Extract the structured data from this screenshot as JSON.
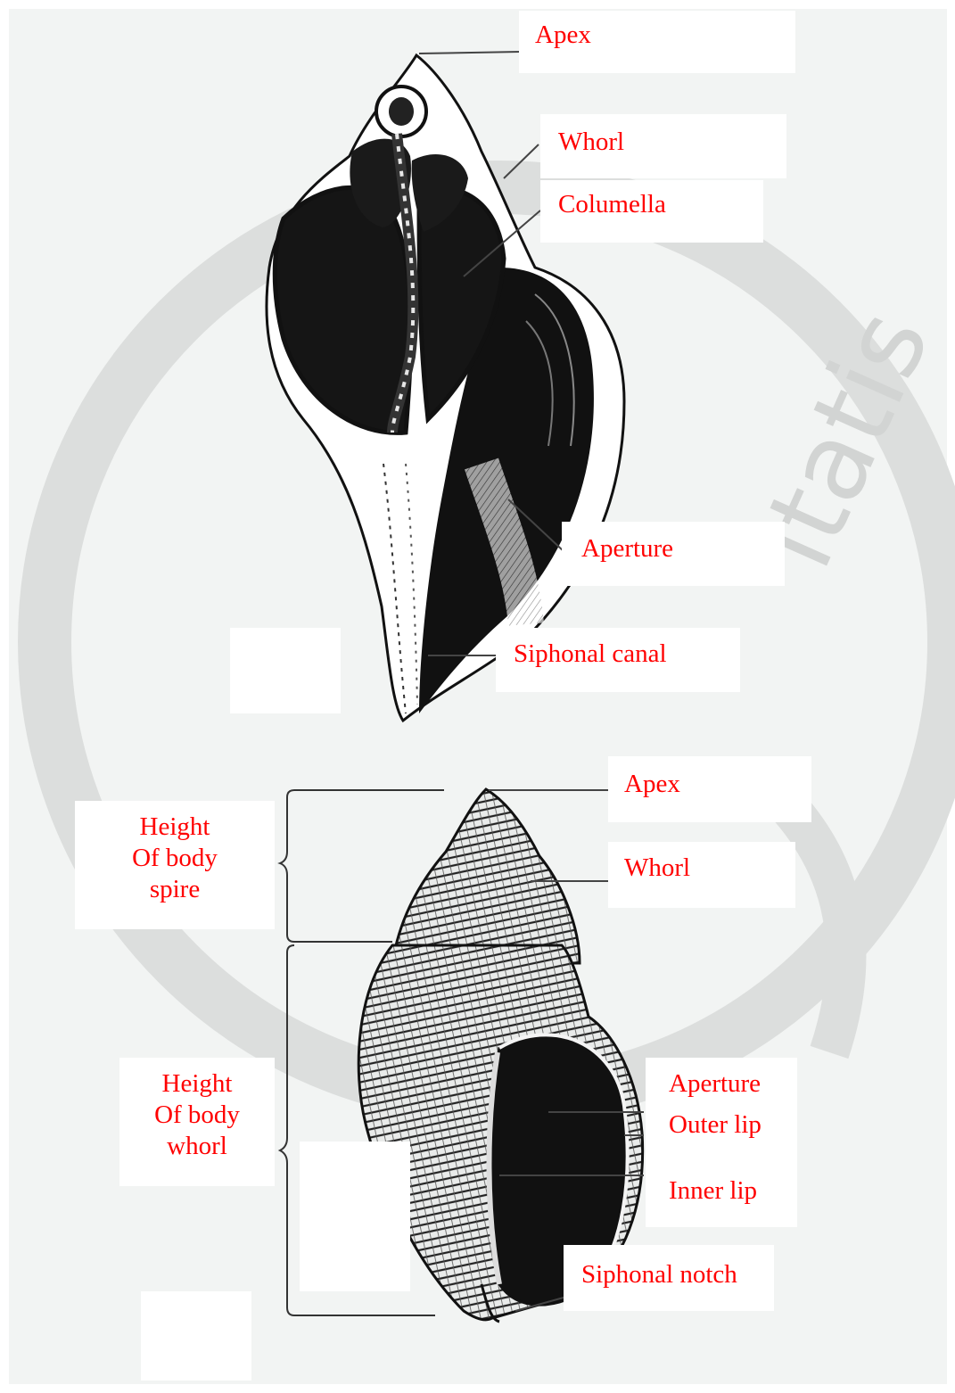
{
  "diagram": {
    "top_shell": {
      "labels": {
        "apex": "Apex",
        "whorl": "Whorl",
        "columella": "Columella",
        "aperture": "Aperture",
        "siphonal_canal": "Siphonal canal"
      }
    },
    "bottom_shell": {
      "labels": {
        "apex": "Apex",
        "whorl": "Whorl",
        "height_spire": [
          "Height",
          "Of body",
          "spire"
        ],
        "height_whorl": [
          "Height",
          "Of body",
          "whorl"
        ],
        "aperture": "Aperture",
        "outer_lip": "Outer lip",
        "inner_lip": "Inner lip",
        "siphonal_notch": "Siphonal notch"
      }
    },
    "label_color": "#ff0000",
    "watermark_text": "itatis"
  }
}
